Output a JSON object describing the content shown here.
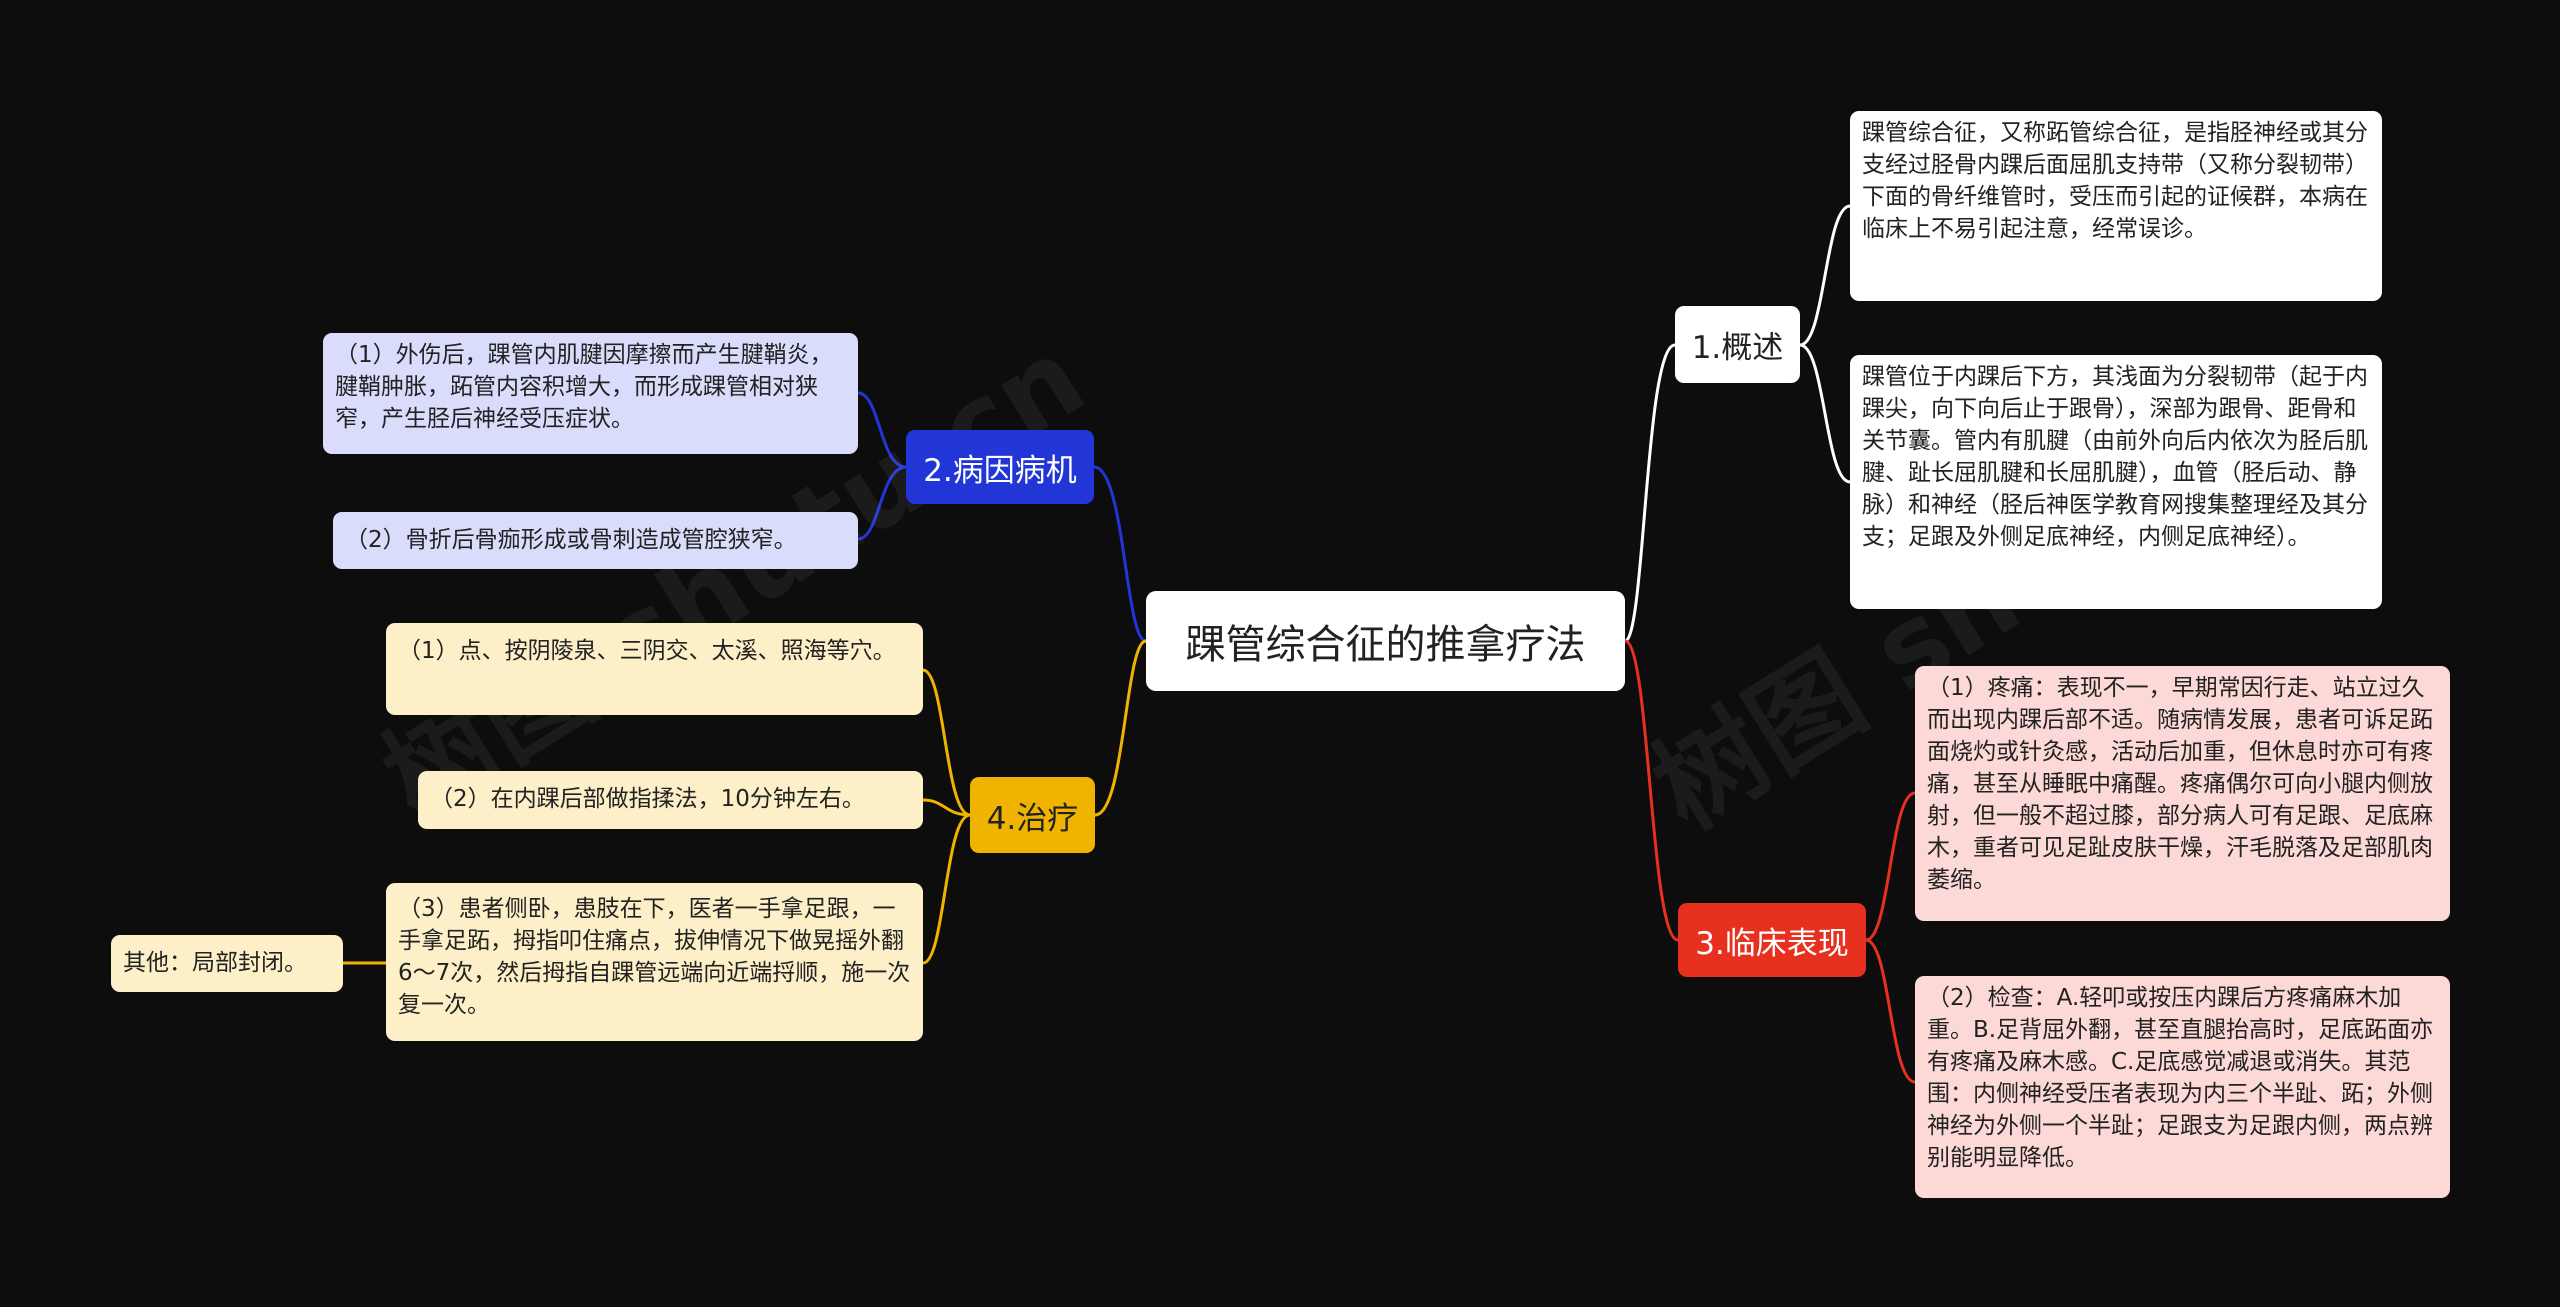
{
  "central": {
    "title": "踝管综合征的推拿疗法"
  },
  "colors": {
    "background": "#0d0d0d",
    "branch1": "#ffffff",
    "branch2": "#2235d6",
    "branch3": "#e8301e",
    "branch4": "#f0b400",
    "leaf_white": "#ffffff",
    "leaf_blue": "#d9dcfb",
    "leaf_pink": "#fcd9d6",
    "leaf_yellow": "#fdefc8"
  },
  "branches": {
    "overview": {
      "label": "1.概述",
      "items": [
        "踝管综合征，又称跖管综合征，是指胫神经或其分支经过胫骨内踝后面屈肌支持带（又称分裂韧带）下面的骨纤维管时，受压而引起的证候群，本病在临床上不易引起注意，经常误诊。",
        "踝管位于内踝后下方，其浅面为分裂韧带（起于内踝尖，向下向后止于跟骨），深部为跟骨、距骨和关节囊。管内有肌腱（由前外向后内依次为胫后肌腱、趾长屈肌腱和长屈肌腱），血管（胫后动、静脉）和神经（胫后神医学教育网搜集整理经及其分支；足跟及外侧足底神经，内侧足底神经）。"
      ]
    },
    "cause": {
      "label": "2.病因病机",
      "items": [
        "（1）外伤后，踝管内肌腱因摩擦而产生腱鞘炎，腱鞘肿胀，跖管内容积增大，而形成踝管相对狭窄，产生胫后神经受压症状。",
        "（2）骨折后骨痂形成或骨刺造成管腔狭窄。"
      ]
    },
    "clinical": {
      "label": "3.临床表现",
      "items": [
        "（1）疼痛：表现不一，早期常因行走、站立过久而出现内踝后部不适。随病情发展，患者可诉足跖面烧灼或针灸感，活动后加重，但休息时亦可有疼痛，甚至从睡眠中痛醒。疼痛偶尔可向小腿内侧放射，但一般不超过膝，部分病人可有足跟、足底麻木，重者可见足趾皮肤干燥，汗毛脱落及足部肌肉萎缩。",
        "（2）检查：A.轻叩或按压内踝后方疼痛麻木加重。B.足背屈外翻，甚至直腿抬高时，足底跖面亦有疼痛及麻木感。C.足底感觉减退或消失。其范围：内侧神经受压者表现为内三个半趾、跖；外侧神经为外侧一个半趾；足跟支为足跟内侧，两点辨别能明显降低。"
      ]
    },
    "treatment": {
      "label": "4.治疗",
      "items": [
        "（1）点、按阴陵泉、三阴交、太溪、照海等穴。",
        "（2）在内踝后部做指揉法，10分钟左右。",
        "（3）患者侧卧，患肢在下，医者一手拿足跟，一手拿足跖，拇指叩住痛点，拔伸情况下做晃摇外翻6～7次，然后拇指自踝管远端向近端捋顺，施一次复一次。"
      ],
      "extra": "其他：局部封闭。"
    }
  },
  "watermark": {
    "text": "树图 shutu.cn"
  }
}
